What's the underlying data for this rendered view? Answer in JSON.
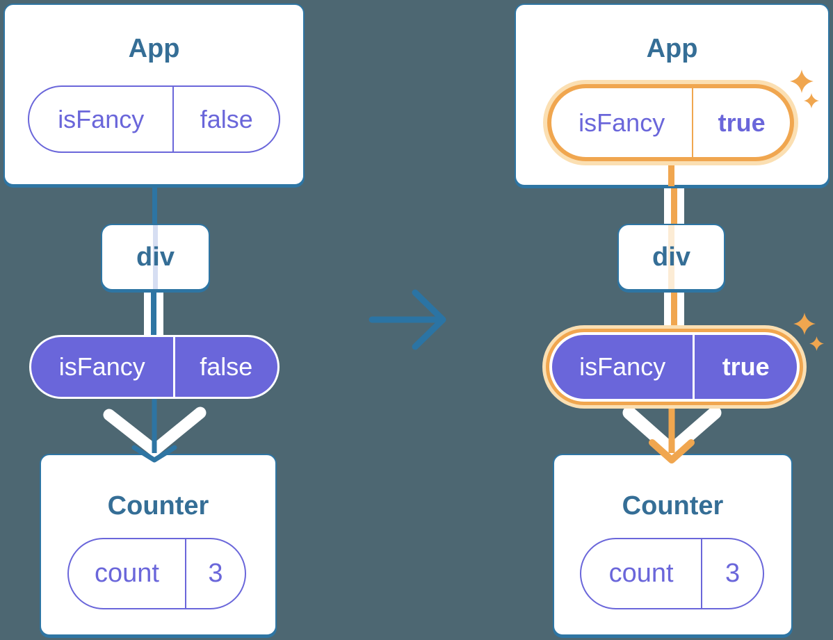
{
  "colors": {
    "background": "#4d6772",
    "card_border_blue": "#2e75a3",
    "title_blue": "#356e96",
    "purple": "#6a66da",
    "orange": "#f0a64f",
    "orange_glow": "#fbdfb2",
    "lavender_line": "#d6def2",
    "peach_line": "#fcecd5",
    "white": "#ffffff"
  },
  "before": {
    "app": {
      "title": "App",
      "prop": {
        "name": "isFancy",
        "value": "false"
      }
    },
    "container": {
      "title": "div"
    },
    "passed_prop": {
      "name": "isFancy",
      "value": "false"
    },
    "counter": {
      "title": "Counter",
      "state": {
        "name": "count",
        "value": "3"
      }
    }
  },
  "after": {
    "app": {
      "title": "App",
      "prop": {
        "name": "isFancy",
        "value": "true"
      }
    },
    "container": {
      "title": "div"
    },
    "passed_prop": {
      "name": "isFancy",
      "value": "true"
    },
    "counter": {
      "title": "Counter",
      "state": {
        "name": "count",
        "value": "3"
      }
    }
  }
}
